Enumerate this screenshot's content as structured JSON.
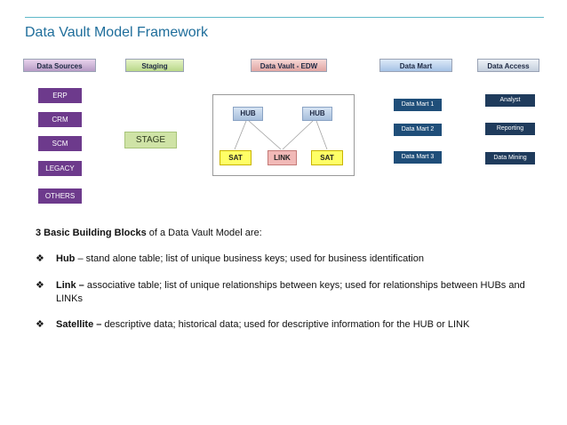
{
  "title": "Data Vault Model Framework",
  "headers": {
    "sources": "Data Sources",
    "staging": "Staging",
    "vault": "Data Vault - EDW",
    "mart": "Data Mart",
    "access": "Data Access"
  },
  "sources": [
    "ERP",
    "CRM",
    "SCM",
    "LEGACY",
    "OTHERS"
  ],
  "stage": "STAGE",
  "vault": {
    "hub_left": "HUB",
    "hub_right": "HUB",
    "sat_left": "SAT",
    "link": "LINK",
    "sat_right": "SAT"
  },
  "marts": [
    "Data Mart 1",
    "Data Mart 2",
    "Data Mart 3"
  ],
  "access": [
    "Analyst",
    "Reporting",
    "Data Mining"
  ],
  "intro": {
    "bold": "3 Basic Building Blocks",
    "rest": " of a Data Vault Model are:"
  },
  "bullet_glyph": "❖",
  "bullets": [
    {
      "term": "Hub",
      "sep": " – ",
      "text": "stand alone table; list of unique business keys; used for business identification"
    },
    {
      "term": "Link –",
      "sep": " ",
      "text": "associative table; list of unique relationships between keys; used for relationships between HUBs and LINKs"
    },
    {
      "term": "Satellite –",
      "sep": " ",
      "text": "descriptive data; historical data; used for descriptive information for the HUB or LINK"
    }
  ]
}
